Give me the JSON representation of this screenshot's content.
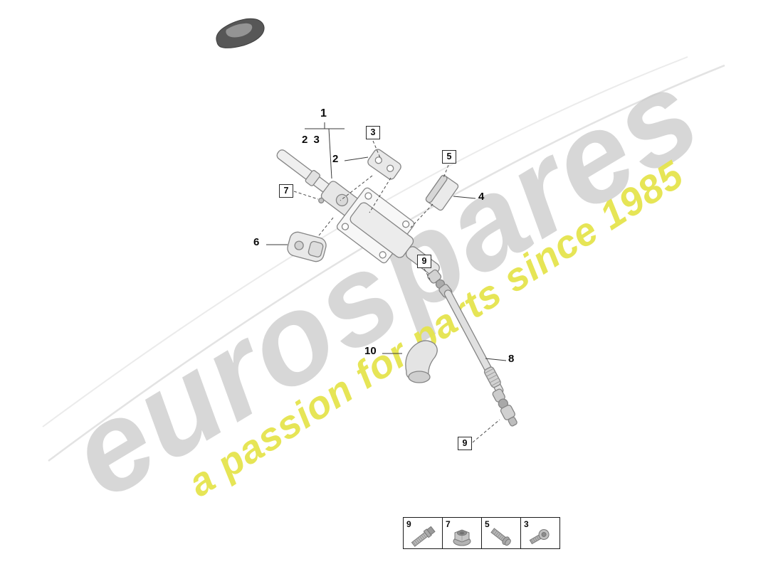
{
  "watermark": {
    "brand": "eurospares",
    "tagline": "a passion for parts since 1985"
  },
  "callouts": {
    "c1": "1",
    "c23": "2 3",
    "c2": "2",
    "c3": "3",
    "c4": "4",
    "c5": "5",
    "c6": "6",
    "c7": "7",
    "c8": "8",
    "c9_upper": "9",
    "c9_lower": "9",
    "c10": "10"
  },
  "legend": {
    "items": [
      {
        "label": "9",
        "icon": "flange-bolt-icon"
      },
      {
        "label": "7",
        "icon": "flange-nut-icon"
      },
      {
        "label": "5",
        "icon": "hex-bolt-icon"
      },
      {
        "label": "3",
        "icon": "pan-head-screw-icon"
      }
    ]
  },
  "colors": {
    "watermark_gray": "#c9c9c9",
    "watermark_yellow": "#e5e44e",
    "drawing_line": "#858585",
    "callout_text": "#0a0a0a"
  }
}
